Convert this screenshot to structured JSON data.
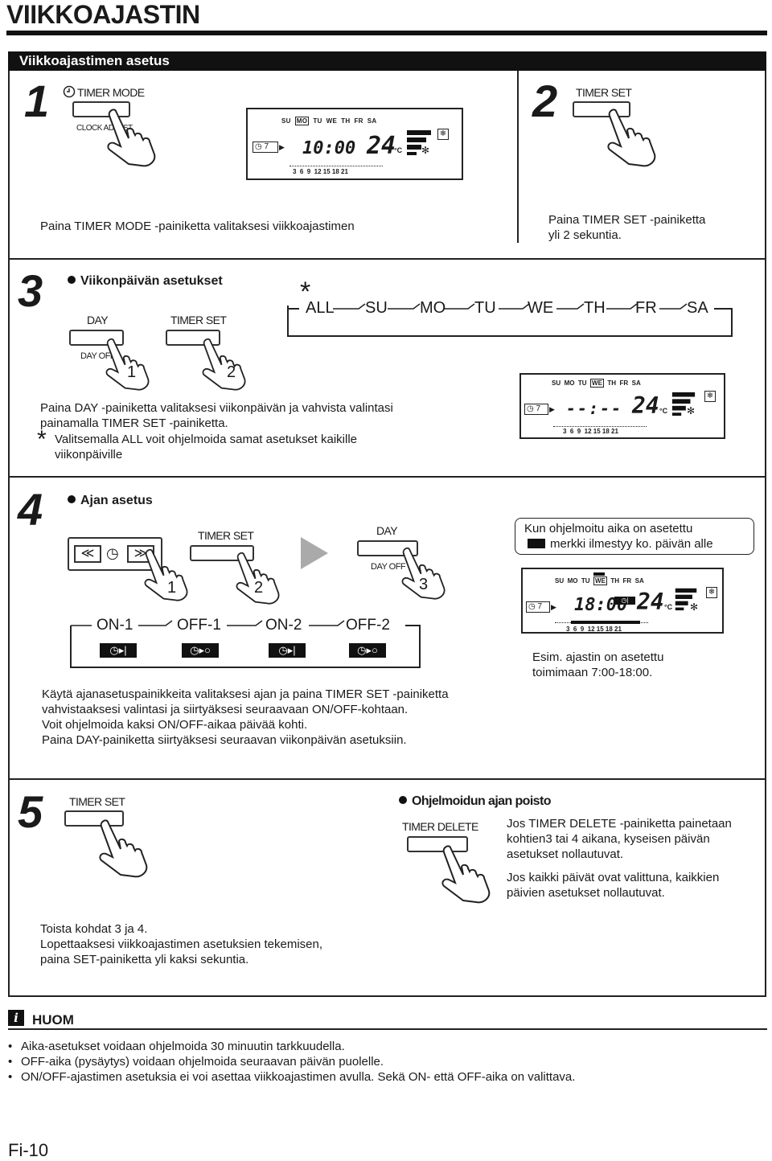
{
  "page_title": "VIIKKOAJASTIN",
  "section_title": "Viikkoajastimen asetus",
  "step1": {
    "num": "1",
    "btn_label": "TIMER MODE",
    "sub_label": "CLOCK ADJUST",
    "desc": "Paina TIMER MODE -painiketta valitaksesi viikkoajastimen"
  },
  "lcd1": {
    "days": [
      "SU",
      "MO",
      "TU",
      "WE",
      "TH",
      "FR",
      "SA"
    ],
    "selected_day": "MO",
    "timer_num": "7",
    "time": "10:00",
    "temp": "24",
    "unit": "°C",
    "scale": "3  6  9  12 15 18 21"
  },
  "step2": {
    "num": "2",
    "btn_label": "TIMER SET",
    "desc1": "Paina TIMER SET -painiketta",
    "desc2": "yli 2 sekuntia."
  },
  "step3": {
    "num": "3",
    "heading": "Viikonpäivän asetukset",
    "btn1_label": "DAY",
    "btn2_label": "TIMER SET",
    "btn1_sub": "DAY OFF",
    "finger1": "1",
    "finger2": "2",
    "asterisk": "*",
    "sequence": [
      "ALL",
      "SU",
      "MO",
      "TU",
      "WE",
      "TH",
      "FR",
      "SA"
    ],
    "desc1": "Paina DAY -painiketta valitaksesi viikonpäivän ja vahvista valintasi",
    "desc2": "painamalla TIMER SET -painiketta.",
    "note1": "Valitsemalla ALL voit ohjelmoida samat asetukset kaikille",
    "note2": "viikonpäiville"
  },
  "lcd3": {
    "days": [
      "SU",
      "MO",
      "TU",
      "WE",
      "TH",
      "FR",
      "SA"
    ],
    "selected_day": "WE",
    "timer_num": "7",
    "time": "--:--",
    "temp": "24",
    "unit": "°C",
    "scale": "3  6  9  12 15 18 21"
  },
  "step4": {
    "num": "4",
    "heading": "Ajan asetus",
    "btn_timer_label": "TIMER SET",
    "btn_day_label": "DAY",
    "btn_day_sub": "DAY OFF",
    "finger1": "1",
    "finger2": "2",
    "finger3": "3",
    "sequence": [
      "ON-1",
      "OFF-1",
      "ON-2",
      "OFF-2"
    ],
    "callout1": "Kun ohjelmoitu aika on asetettu",
    "callout2": "merkki ilmestyy ko. päivän alle",
    "example1": "Esim. ajastin on asetettu",
    "example2": "toimimaan 7:00-18:00.",
    "desc": [
      "Käytä ajanasetuspainikkeita valitaksesi ajan ja paina TIMER SET -painiketta",
      "vahvistaaksesi valintasi ja siirtyäksesi seuraavaan ON/OFF-kohtaan.",
      "Voit ohjelmoida kaksi ON/OFF-aikaa päivää kohti.",
      "Paina DAY-painiketta siirtyäksesi seuraavan viikonpäivän asetuksiin."
    ]
  },
  "lcd4": {
    "days": [
      "SU",
      "MO",
      "TU",
      "WE",
      "TH",
      "FR",
      "SA"
    ],
    "selected_day": "WE",
    "timer_num": "7",
    "time": "18:00",
    "temp": "24",
    "unit": "°C",
    "scale": "3  6  9  12 15 18 21"
  },
  "step5": {
    "num": "5",
    "btn_label": "TIMER SET",
    "desc": [
      "Toista kohdat 3 ja 4.",
      "Lopettaaksesi viikkoajastimen asetuksien tekemisen,",
      "paina SET-painiketta yli kaksi sekuntia."
    ],
    "delete_heading": "Ohjelmoidun ajan poisto",
    "delete_btn": "TIMER DELETE",
    "delete_desc1": [
      "Jos TIMER DELETE -painiketta painetaan",
      "kohtien3 tai 4 aikana, kyseisen päivän",
      "asetukset nollautuvat."
    ],
    "delete_desc2": [
      "Jos kaikki päivät ovat valittuna, kaikkien",
      "päivien asetukset nollautuvat."
    ]
  },
  "note": {
    "title": "HUOM",
    "items": [
      "Aika-asetukset voidaan ohjelmoida 30 minuutin tarkkuudella.",
      "OFF-aika (pysäytys) voidaan ohjelmoida seuraavan päivän puolelle.",
      "ON/OFF-ajastimen asetuksia ei voi asettaa viikkoajastimen avulla. Sekä ON- että OFF-aika on valittava."
    ]
  },
  "footer": "Fi-10"
}
